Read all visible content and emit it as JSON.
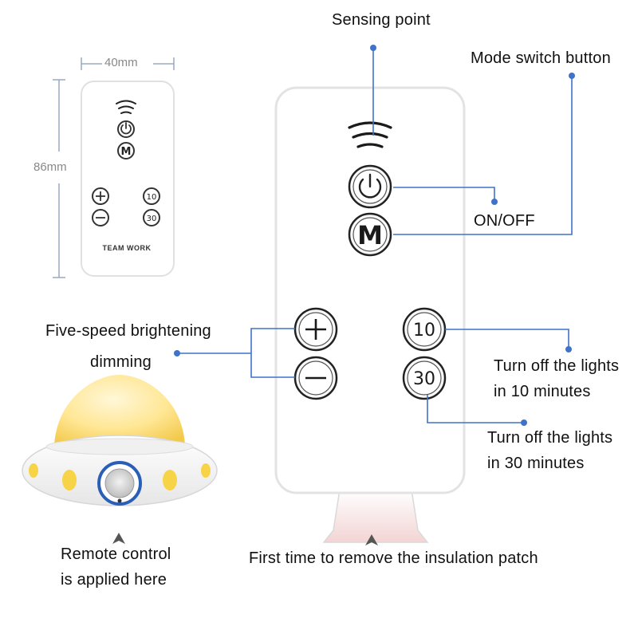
{
  "small_remote": {
    "width_label": "40mm",
    "height_label": "86mm",
    "brand": "TEAM WORK",
    "buttons": {
      "mode": "M",
      "ten": "10",
      "thirty": "30"
    }
  },
  "large_remote": {
    "buttons": {
      "mode": "M",
      "ten": "10",
      "thirty": "30"
    }
  },
  "callouts": {
    "sensing_point": "Sensing point",
    "mode_switch": "Mode switch button",
    "on_off": "ON/OFF",
    "five_speed_line1": "Five-speed brightening",
    "five_speed_line2": "dimming",
    "off_10_line1": "Turn off the lights",
    "off_10_line2": "in 10 minutes",
    "off_30_line1": "Turn off the lights",
    "off_30_line2": "in 30 minutes",
    "remote_applied_line1": "Remote control",
    "remote_applied_line2": "is applied here",
    "insulation_patch": "First time to remove the insulation patch"
  },
  "colors": {
    "leader_line": "#3f72c9",
    "remote_body": "#ffffff",
    "remote_border": "#e3e3e3",
    "lamp_dome": "#ffdf7a",
    "lamp_accent": "#f7d348",
    "ring_blue": "#2a5fb8",
    "insulation_tab": "#f2d6d6"
  }
}
